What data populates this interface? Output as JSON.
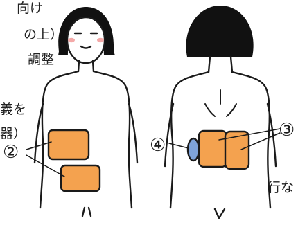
{
  "text_fragments": [
    "向け",
    "の上）",
    "調整",
    "義を",
    "器）",
    "行な"
  ],
  "markers": {
    "pad_front": "②",
    "pad_back": "③",
    "sensor_back": "④"
  },
  "colors": {
    "pad_fill": "#F4A24F",
    "sensor_fill": "#7EA3DA",
    "outline": "#1a1a1a",
    "hair": "#111111",
    "cheek": "#F4A9A8"
  }
}
